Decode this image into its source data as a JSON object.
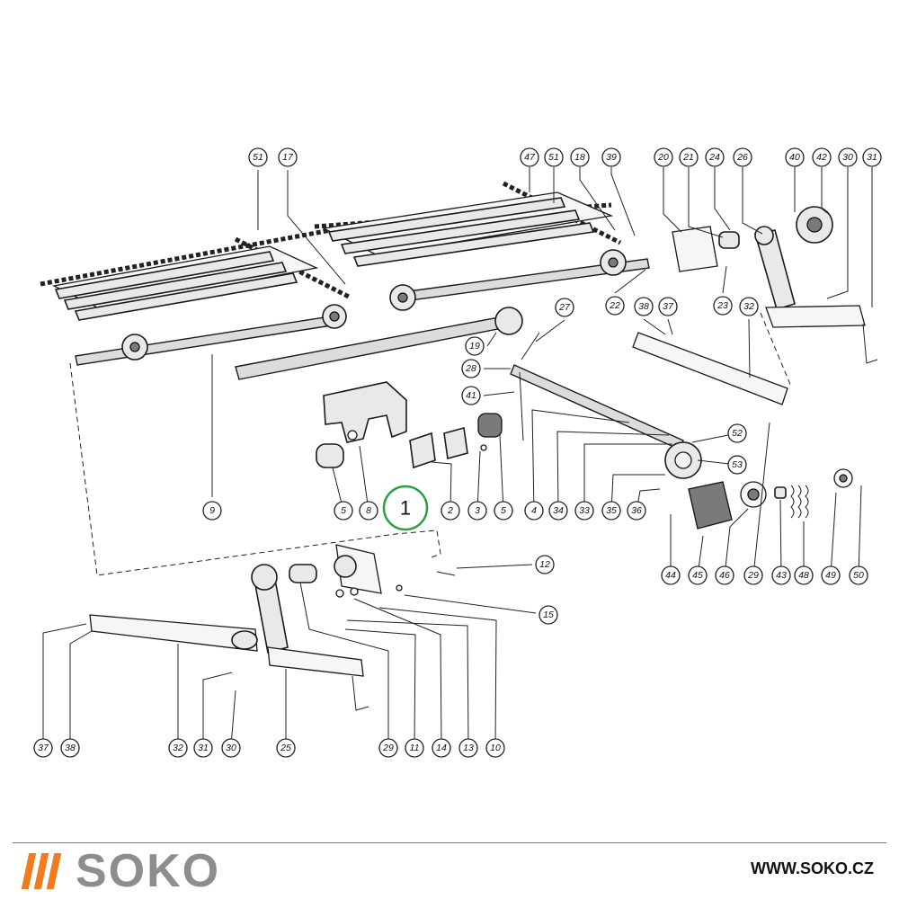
{
  "diagram": {
    "selected_part": "1",
    "callouts": [
      {
        "id": "c51a",
        "label": "51"
      },
      {
        "id": "c17a",
        "label": "17"
      },
      {
        "id": "c47",
        "label": "47"
      },
      {
        "id": "c51b",
        "label": "51"
      },
      {
        "id": "c18",
        "label": "18"
      },
      {
        "id": "c39",
        "label": "39"
      },
      {
        "id": "c20",
        "label": "20"
      },
      {
        "id": "c21",
        "label": "21"
      },
      {
        "id": "c24",
        "label": "24"
      },
      {
        "id": "c26",
        "label": "26"
      },
      {
        "id": "c40",
        "label": "40"
      },
      {
        "id": "c42",
        "label": "42"
      },
      {
        "id": "c30a",
        "label": "30"
      },
      {
        "id": "c31a",
        "label": "31"
      },
      {
        "id": "c22",
        "label": "22"
      },
      {
        "id": "c23",
        "label": "23"
      },
      {
        "id": "c27",
        "label": "27"
      },
      {
        "id": "c38a",
        "label": "38"
      },
      {
        "id": "c37a",
        "label": "37"
      },
      {
        "id": "c32a",
        "label": "32"
      },
      {
        "id": "c19",
        "label": "19"
      },
      {
        "id": "c28",
        "label": "28"
      },
      {
        "id": "c41",
        "label": "41"
      },
      {
        "id": "c52",
        "label": "52"
      },
      {
        "id": "c53",
        "label": "53"
      },
      {
        "id": "c9",
        "label": "9"
      },
      {
        "id": "c5a",
        "label": "5"
      },
      {
        "id": "c8",
        "label": "8"
      },
      {
        "id": "c2",
        "label": "2"
      },
      {
        "id": "c3",
        "label": "3"
      },
      {
        "id": "c5b",
        "label": "5"
      },
      {
        "id": "c4",
        "label": "4"
      },
      {
        "id": "c34",
        "label": "34"
      },
      {
        "id": "c33",
        "label": "33"
      },
      {
        "id": "c35",
        "label": "35"
      },
      {
        "id": "c36",
        "label": "36"
      },
      {
        "id": "c44",
        "label": "44"
      },
      {
        "id": "c45",
        "label": "45"
      },
      {
        "id": "c46",
        "label": "46"
      },
      {
        "id": "c29a",
        "label": "29"
      },
      {
        "id": "c43",
        "label": "43"
      },
      {
        "id": "c48",
        "label": "48"
      },
      {
        "id": "c49",
        "label": "49"
      },
      {
        "id": "c50",
        "label": "50"
      },
      {
        "id": "c12",
        "label": "12"
      },
      {
        "id": "c15",
        "label": "15"
      },
      {
        "id": "c37b",
        "label": "37"
      },
      {
        "id": "c38b",
        "label": "38"
      },
      {
        "id": "c32b",
        "label": "32"
      },
      {
        "id": "c31b",
        "label": "31"
      },
      {
        "id": "c30b",
        "label": "30"
      },
      {
        "id": "c25",
        "label": "25"
      },
      {
        "id": "c29b",
        "label": "29"
      },
      {
        "id": "c11",
        "label": "11"
      },
      {
        "id": "c14",
        "label": "14"
      },
      {
        "id": "c13",
        "label": "13"
      },
      {
        "id": "c10",
        "label": "10"
      }
    ]
  },
  "footer": {
    "brand": "SOKO",
    "url": "WWW.SOKO.CZ",
    "accent_color": "#f07c1e",
    "brand_color": "#8d8d8d"
  }
}
